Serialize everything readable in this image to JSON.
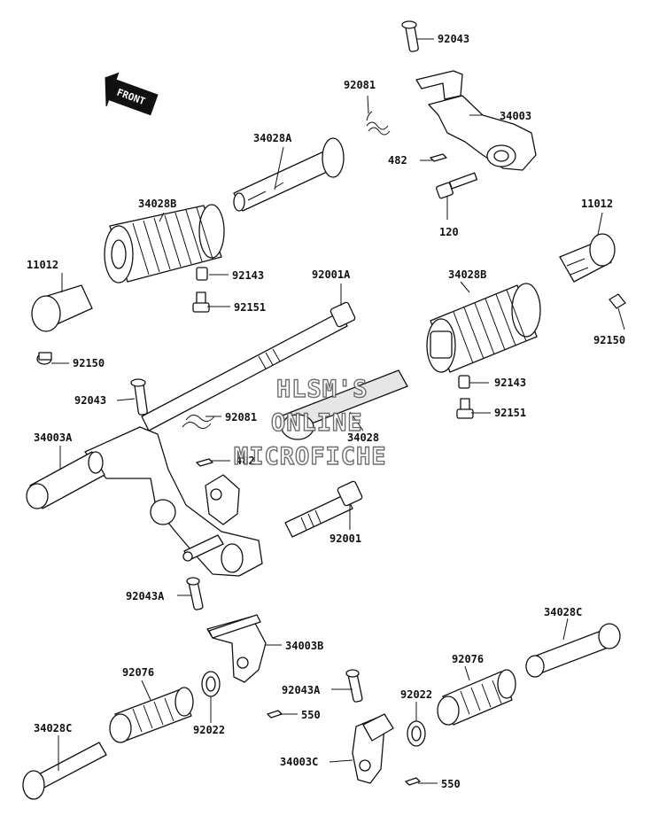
{
  "front_label": "FRONT",
  "watermark": {
    "line1": "HLSM'S",
    "line2": "ONLINE",
    "line3": "MICROFICHE"
  },
  "parts": {
    "p92043_top": "92043",
    "p92081_top": "92081",
    "p34003_top": "34003",
    "p482_top": "482",
    "p120": "120",
    "p34028A": "34028A",
    "p34028B_left": "34028B",
    "p11012_right": "11012",
    "p11012_left": "11012",
    "p92143_left": "92143",
    "p92151_left": "92151",
    "p92001A": "92001A",
    "p34028B_right": "34028B",
    "p92150_right": "92150",
    "p92150_left": "92150",
    "p92043_mid": "92043",
    "p92081_mid": "92081",
    "p92143_right": "92143",
    "p92151_right": "92151",
    "p34003A": "34003A",
    "p34028": "34028",
    "p482_mid": "482",
    "p92001": "92001",
    "p92043A_left": "92043A",
    "p34003B": "34003B",
    "p34028C_right": "34028C",
    "p92076_left": "92076",
    "p92076_right": "92076",
    "p92043A_right": "92043A",
    "p92022_right": "92022",
    "p550_left": "550",
    "p92022_left": "92022",
    "p34028C_left": "34028C",
    "p34003C": "34003C",
    "p550_right": "550"
  }
}
